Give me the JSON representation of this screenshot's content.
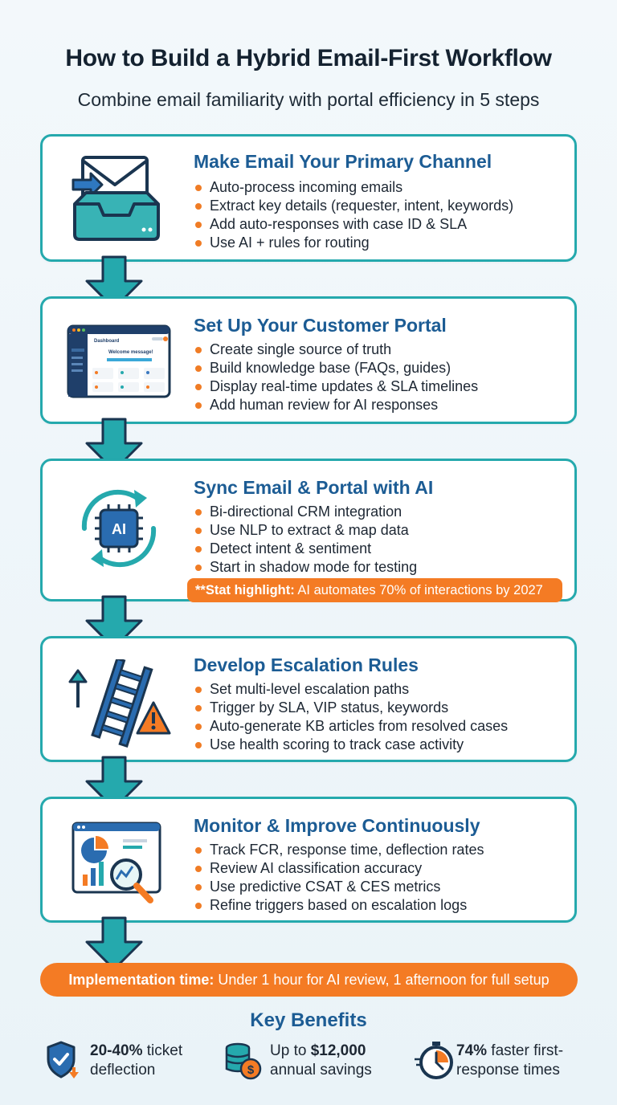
{
  "header": {
    "title": "How to Build a Hybrid Email-First Workflow",
    "subtitle": "Combine email familiarity with portal efficiency in 5 steps"
  },
  "steps": [
    {
      "title": "Make Email Your Primary Channel",
      "icon": "inbox-tray-icon",
      "bullets": [
        "Auto-process incoming emails",
        "Extract key details (requester, intent, keywords)",
        "Add auto-responses with case ID & SLA",
        "Use AI + rules for routing"
      ]
    },
    {
      "title": "Set Up Your Customer Portal",
      "icon": "portal-dashboard-icon",
      "mock_header": "Dashboard",
      "mock_welcome": "Welcome message!",
      "bullets": [
        "Create single source of truth",
        "Build knowledge base (FAQs, guides)",
        "Display real-time updates & SLA timelines",
        "Add human review for AI responses"
      ]
    },
    {
      "title": "Sync Email & Portal with AI",
      "icon": "ai-chip-sync-icon",
      "chip_label": "AI",
      "bullets": [
        "Bi-directional CRM integration",
        "Use NLP to extract & map data",
        "Detect intent & sentiment",
        "Start in shadow mode for testing"
      ],
      "stat_label": "**Stat highlight:",
      "stat_text": " AI automates 70% of interactions by 2027"
    },
    {
      "title": "Develop Escalation Rules",
      "icon": "escalation-ladder-icon",
      "bullets": [
        "Set multi-level escalation paths",
        "Trigger by SLA, VIP status, keywords",
        "Auto-generate KB articles from resolved cases",
        "Use health scoring to track case activity"
      ]
    },
    {
      "title": "Monitor & Improve Continuously",
      "icon": "analytics-magnifier-icon",
      "bullets": [
        "Track FCR, response time, deflection rates",
        "Review AI classification accuracy",
        "Use predictive CSAT & CES metrics",
        "Refine triggers based on escalation logs"
      ]
    }
  ],
  "implementation": {
    "label": "Implementation time:",
    "text": " Under 1 hour for AI review, 1 afternoon for full setup"
  },
  "benefits": {
    "title": "Key Benefits",
    "items": [
      {
        "icon": "shield-check-icon",
        "bold": "20-40%",
        "line1": " ticket",
        "line2": "deflection"
      },
      {
        "icon": "coins-dollar-icon",
        "pre": "Up to ",
        "bold": "$12,000",
        "line2": "annual savings"
      },
      {
        "icon": "stopwatch-icon",
        "bold": "74%",
        "line1": " faster first-",
        "line2": "response times"
      }
    ]
  },
  "colors": {
    "teal": "#25a9ad",
    "navy": "#1c5c94",
    "orange": "#f47b24"
  }
}
